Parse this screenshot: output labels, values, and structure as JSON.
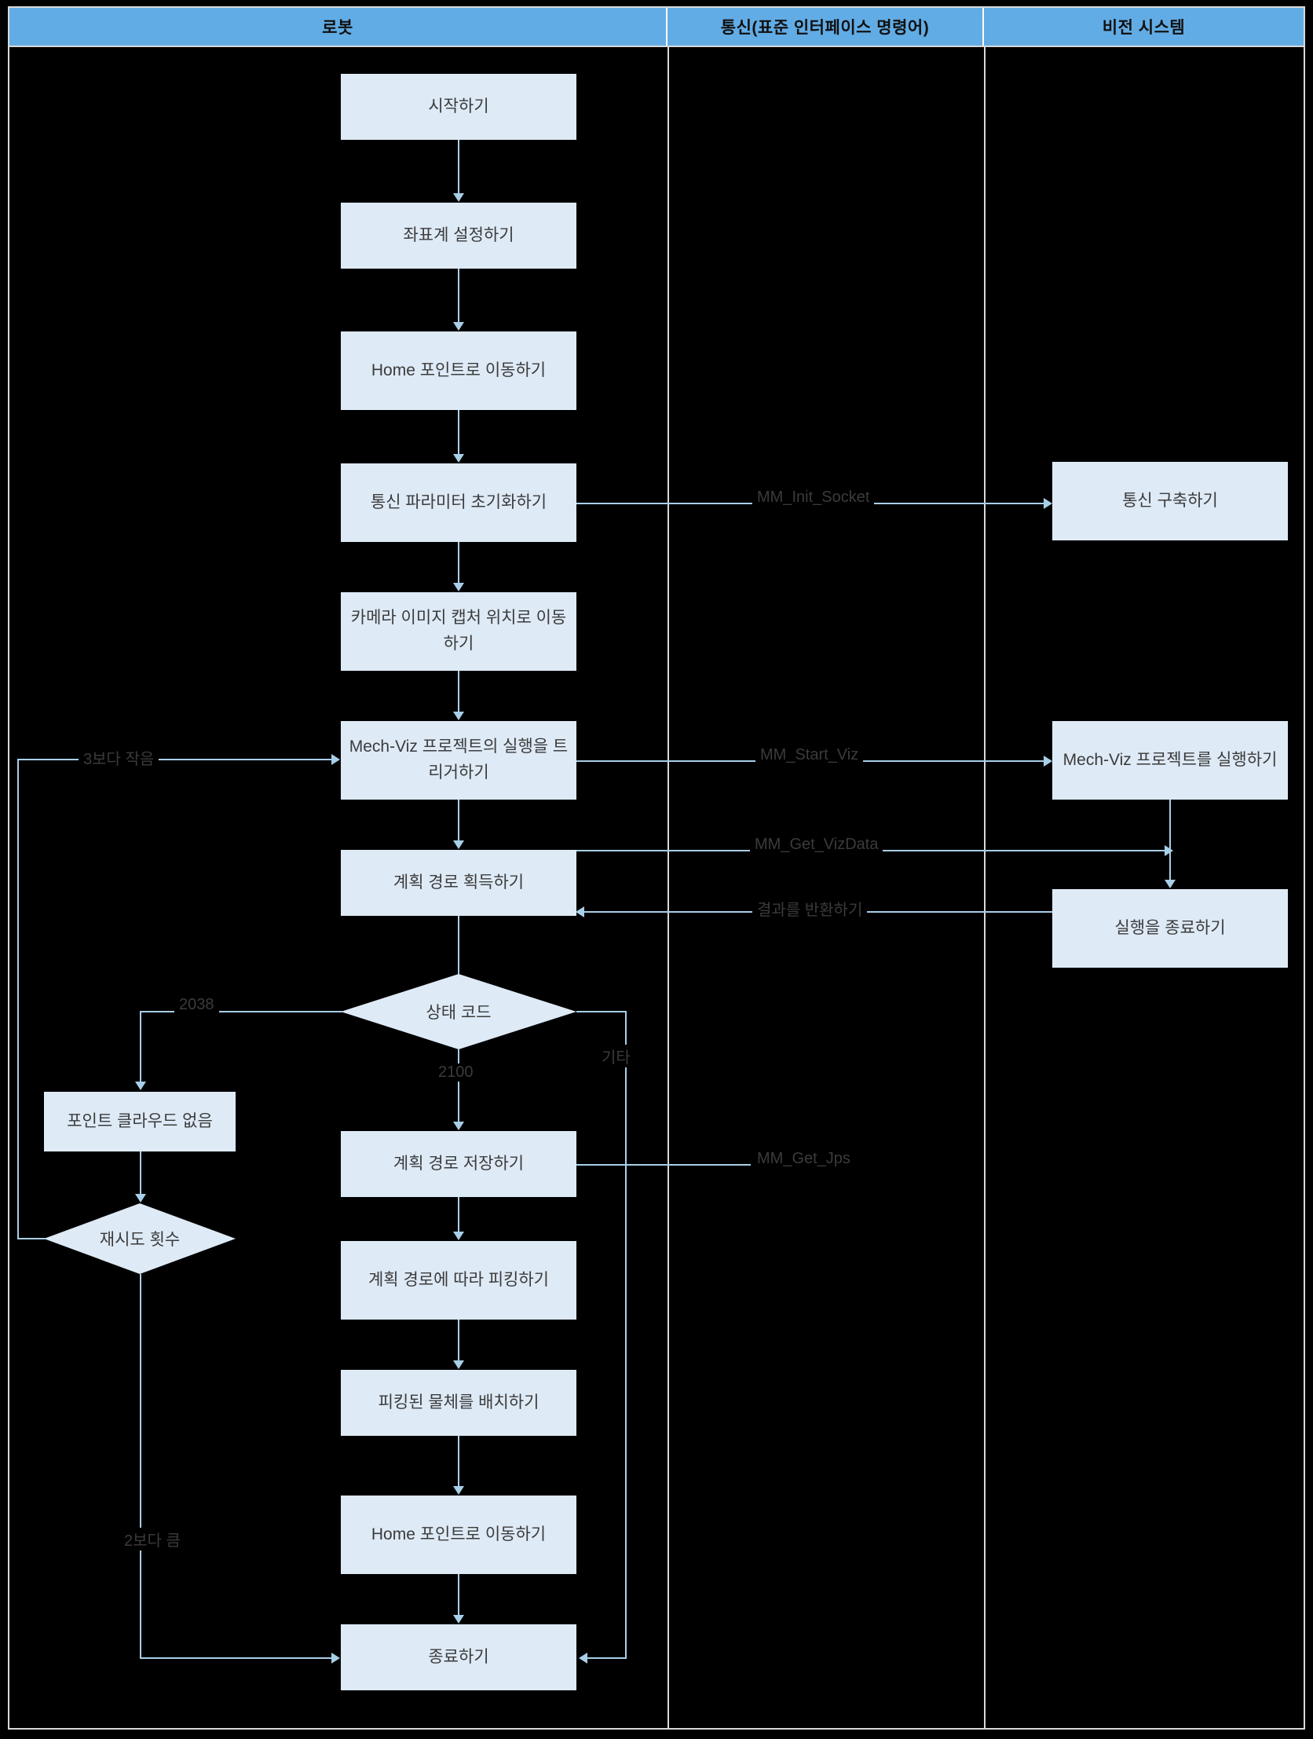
{
  "lanes": [
    {
      "id": "robot",
      "title": "로봇"
    },
    {
      "id": "comm",
      "title": "통신(표준 인터페이스 명령어)"
    },
    {
      "id": "vision",
      "title": "비전 시스템"
    }
  ],
  "colors": {
    "header_blue": "#62ace5",
    "node_fill": "#deeaf6",
    "connector": "#a8cfe8",
    "background": "#000000",
    "text": "#3b3b3b",
    "divider": "#d9d9d9"
  },
  "robot_nodes": [
    {
      "id": "start",
      "label": "시작하기"
    },
    {
      "id": "set_coord",
      "label": "좌표계 설정하기"
    },
    {
      "id": "home1",
      "label": "Home 포인트로 이동하기"
    },
    {
      "id": "init_comm",
      "label": "통신 파라미터 초기화하기"
    },
    {
      "id": "move_capture",
      "label": "카메라 이미지 캡처 위치로 이동하기"
    },
    {
      "id": "trigger_viz",
      "label": "Mech-Viz 프로젝트의 실행을 트리거하기"
    },
    {
      "id": "get_path",
      "label": "계획 경로 획득하기"
    },
    {
      "id": "no_cloud",
      "label": "포인트 클라우드 없음"
    },
    {
      "id": "save_path",
      "label": "계획 경로 저장하기"
    },
    {
      "id": "pick_path",
      "label": "계획 경로에 따라 피킹하기"
    },
    {
      "id": "place_obj",
      "label": "피킹된 물체를 배치하기"
    },
    {
      "id": "home2",
      "label": "Home 포인트로 이동하기"
    },
    {
      "id": "end",
      "label": "종료하기"
    }
  ],
  "robot_decisions": [
    {
      "id": "status_code",
      "label": "상태 코드"
    },
    {
      "id": "retry_count",
      "label": "재시도 횟수"
    }
  ],
  "vision_nodes": [
    {
      "id": "build_comm",
      "label": "통신 구축하기"
    },
    {
      "id": "run_viz",
      "label": "Mech-Viz 프로젝트를 실행하기"
    },
    {
      "id": "finish_run",
      "label": "실행을 종료하기"
    }
  ],
  "comm_labels": [
    {
      "id": "init_socket",
      "label": "MM_Init_Socket"
    },
    {
      "id": "start_viz",
      "label": "MM_Start_Viz"
    },
    {
      "id": "get_vizdata",
      "label": "MM_Get_VizData"
    },
    {
      "id": "return_result",
      "label": "결과를 반환하기"
    },
    {
      "id": "get_jps",
      "label": "MM_Get_Jps"
    }
  ],
  "edge_labels": [
    {
      "id": "less_than_3",
      "label": "3보다 작음"
    },
    {
      "id": "code_2038",
      "label": "2038"
    },
    {
      "id": "code_2100",
      "label": "2100"
    },
    {
      "id": "code_other",
      "label": "기타"
    },
    {
      "id": "greater_than_2",
      "label": "2보다 큼"
    }
  ],
  "chart_data": {
    "type": "diagram",
    "diagram_kind": "swimlane-flowchart",
    "lanes": [
      "로봇",
      "통신(표준 인터페이스 명령어)",
      "비전 시스템"
    ],
    "flow": [
      "시작하기 → 좌표계 설정하기 → Home 포인트로 이동하기 → 통신 파라미터 초기화하기 → 카메라 이미지 캡처 위치로 이동하기 → Mech-Viz 프로젝트의 실행을 트리거하기 → 계획 경로 획득하기 → 상태 코드",
      "상태 코드 --2038--> 포인트 클라우드 없음 → 재시도 횟수",
      "재시도 횟수 --3보다 작음--> Mech-Viz 프로젝트의 실행을 트리거하기",
      "재시도 횟수 --2보다 큼--> 종료하기",
      "상태 코드 --2100--> 계획 경로 저장하기 → 계획 경로에 따라 피킹하기 → 피킹된 물체를 배치하기 → Home 포인트로 이동하기 → 종료하기",
      "상태 코드 --기타--> 종료하기",
      "통신 파라미터 초기화하기 --MM_Init_Socket--> 통신 구축하기",
      "Mech-Viz 프로젝트의 실행을 트리거하기 --MM_Start_Viz--> Mech-Viz 프로젝트를 실행하기",
      "계획 경로 획득하기 --MM_Get_VizData--> Mech-Viz 프로젝트를 실행하기",
      "실행을 종료하기 --결과를 반환하기--> 계획 경로 획득하기",
      "계획 경로 저장하기 --MM_Get_Jps-->"
    ]
  }
}
